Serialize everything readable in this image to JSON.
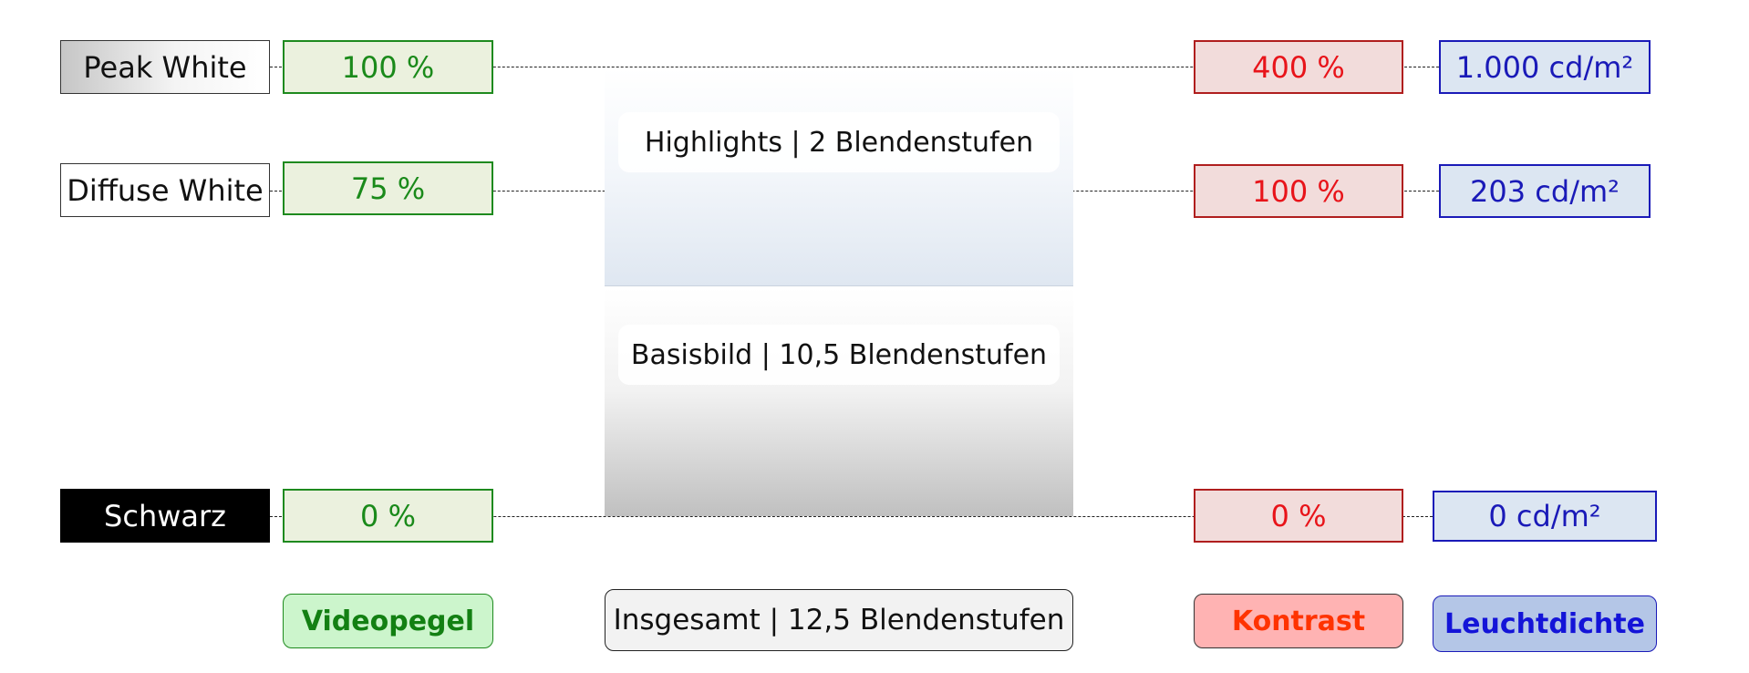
{
  "levels": [
    {
      "label": "Peak White",
      "video": "100 %",
      "contrast": "400 %",
      "luminance": "1.000 cd/m²"
    },
    {
      "label": "Diffuse White",
      "video": "75 %",
      "contrast": "100 %",
      "luminance": "203 cd/m²"
    },
    {
      "label": "Schwarz",
      "video": "0 %",
      "contrast": "0 %",
      "luminance": "0 cd/m²"
    }
  ],
  "zones": {
    "highlights": "Highlights | 2 Blendenstufen",
    "base": "Basisbild | 10,5 Blendenstufen"
  },
  "legend": {
    "video": "Videopegel",
    "total": "Insgesamt | 12,5 Blendenstufen",
    "contrast": "Kontrast",
    "luminance": "Leuchtdichte"
  },
  "colors": {
    "video": "#1a8a1a",
    "contrast": "#e8141a",
    "luminance": "#1a1ab8"
  }
}
